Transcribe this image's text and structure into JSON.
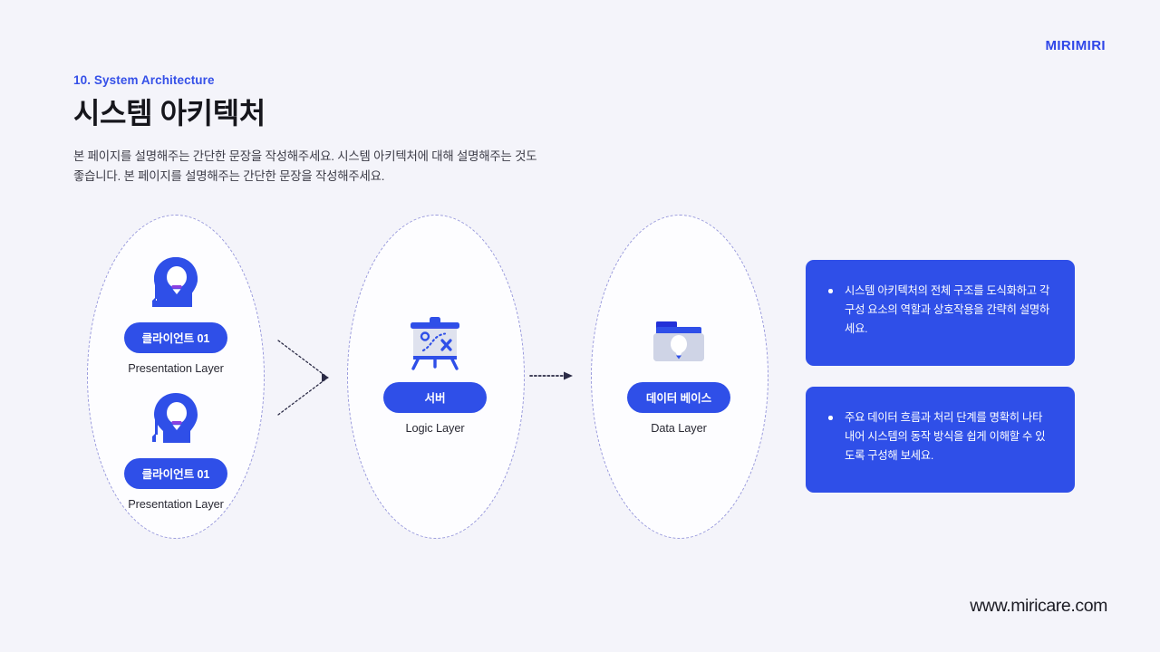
{
  "brand": {
    "logo": "MIRIMIRI"
  },
  "header": {
    "eyebrow": "10. System Architecture",
    "title": "시스템 아키텍처",
    "description": "본 페이지를 설명해주는 간단한 문장을 작성해주세요. 시스템 아키텍처에 대해 설명해주는 것도 좋습니다. 본 페이지를 설명해주는 간단한 문장을 작성해주세요."
  },
  "diagram": {
    "groups": [
      {
        "name": "presentation-group"
      },
      {
        "name": "logic-group"
      },
      {
        "name": "data-group"
      }
    ],
    "nodes": [
      {
        "icon": "head-lightbulb-icon",
        "pill": "클라이언트 01",
        "layer": "Presentation Layer"
      },
      {
        "icon": "head-lightbulb-icon",
        "pill": "클라이언트 01",
        "layer": "Presentation Layer"
      },
      {
        "icon": "presentation-board-icon",
        "pill": "서버",
        "layer": "Logic Layer"
      },
      {
        "icon": "folder-lightbulb-icon",
        "pill": "데이터 베이스",
        "layer": "Data Layer"
      }
    ],
    "connectors": [
      {
        "name": "chevron-connector",
        "style": "dotted-chevron"
      },
      {
        "name": "dotted-arrow-connector",
        "style": "dotted-arrow"
      }
    ]
  },
  "callouts": [
    {
      "bullets": [
        "시스템 아키텍처의 전체 구조를 도식화하고 각 구성 요소의 역할과 상호작용을 간략히 설명하세요."
      ]
    },
    {
      "bullets": [
        "주요 데이터 흐름과 처리 단계를 명확히 나타내어 시스템의 동작 방식을 쉽게 이해할 수 있도록 구성해 보세요."
      ]
    }
  ],
  "footer": {
    "url": "www.miricare.com"
  },
  "colors": {
    "background": "#f4f4fa",
    "accent_blue": "#2f4fe8",
    "eyebrow_blue": "#3550e8",
    "dash_purple": "#9a9bdd",
    "title_dark": "#16161c"
  }
}
